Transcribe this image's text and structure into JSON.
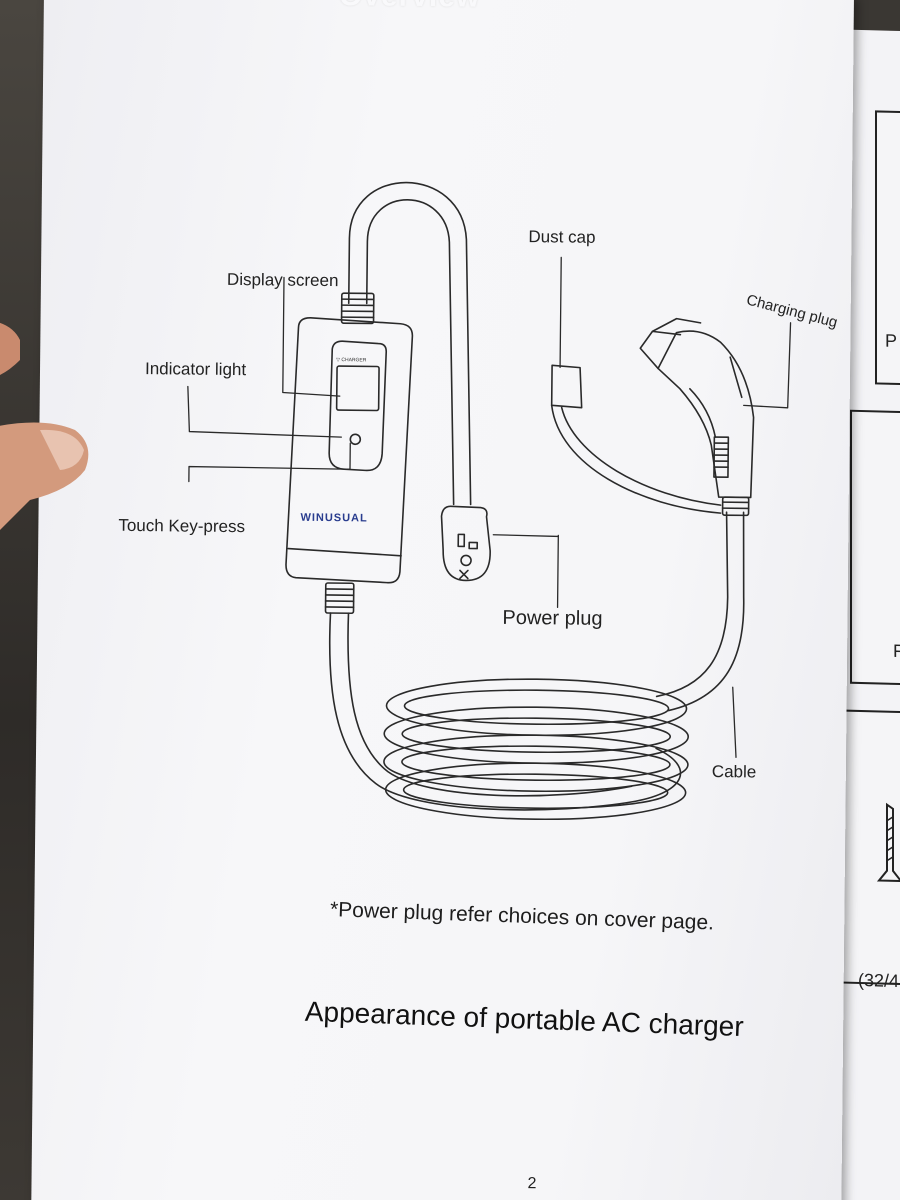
{
  "header_fragment": "Overview",
  "labels": {
    "display_screen": "Display screen",
    "indicator_light": "Indicator light",
    "touch_key_press": "Touch Key-press",
    "dust_cap": "Dust cap",
    "charging_plug": "Charging plug",
    "power_plug": "Power plug",
    "cable": "Cable"
  },
  "brand": "WINUSUAL",
  "footnote": "*Power plug refer choices on cover page.",
  "caption": "Appearance of portable AC charger",
  "page_number": "2",
  "right_page": {
    "fragment_1": "P",
    "fragment_2": "F",
    "fragment_3": "(32/4"
  },
  "colors": {
    "paper": "#f5f5f8",
    "ink": "#222222",
    "brand": "#2a3d8f"
  }
}
